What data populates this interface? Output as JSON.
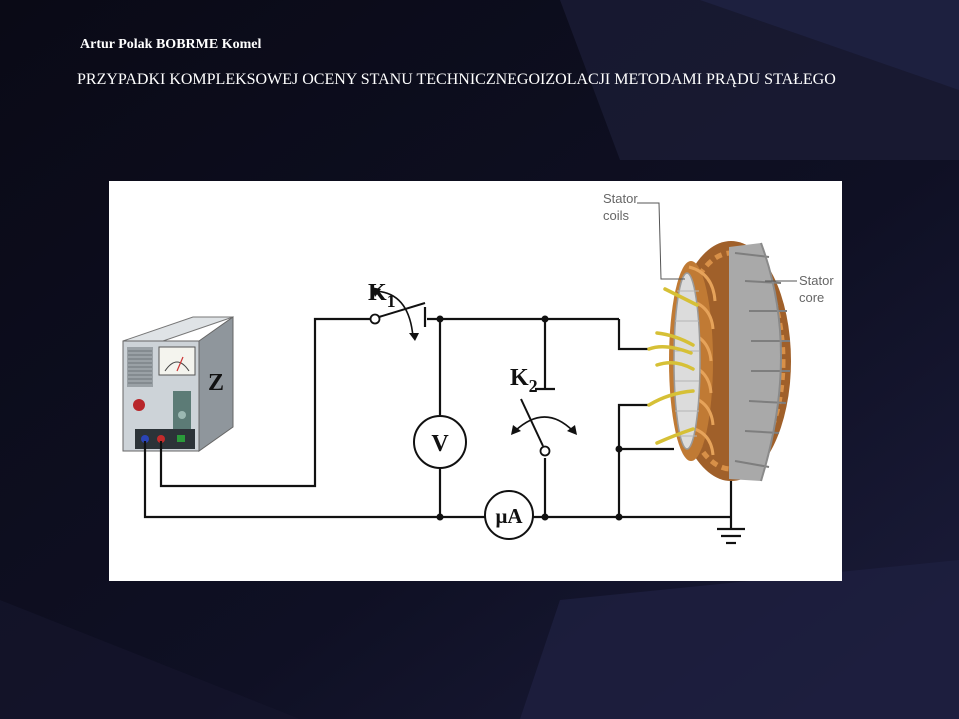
{
  "header": {
    "author": "Artur Polak BOBRME Komel",
    "title": "PRZYPADKI KOMPLEKSOWEJ OCENY STANU TECHNICZNEGOIZOLACJI METODAMI PRĄDU STAŁEGO"
  },
  "diagram": {
    "supply_label": "Z",
    "switch1_label": "K",
    "switch1_sub": "1",
    "switch2_label": "K",
    "switch2_sub": "2",
    "voltmeter_label": "V",
    "ammeter_label": "μA",
    "stator_coils_label": [
      "Stator",
      "coils"
    ],
    "stator_core_label": [
      "Stator",
      "core"
    ]
  },
  "colors": {
    "background": "#0d0d1e",
    "figure_background": "#ffffff",
    "wire": "#111111",
    "copper": "#c8782c",
    "lead_wire": "#d8c23a",
    "core_steel": "#a9a9a9"
  }
}
